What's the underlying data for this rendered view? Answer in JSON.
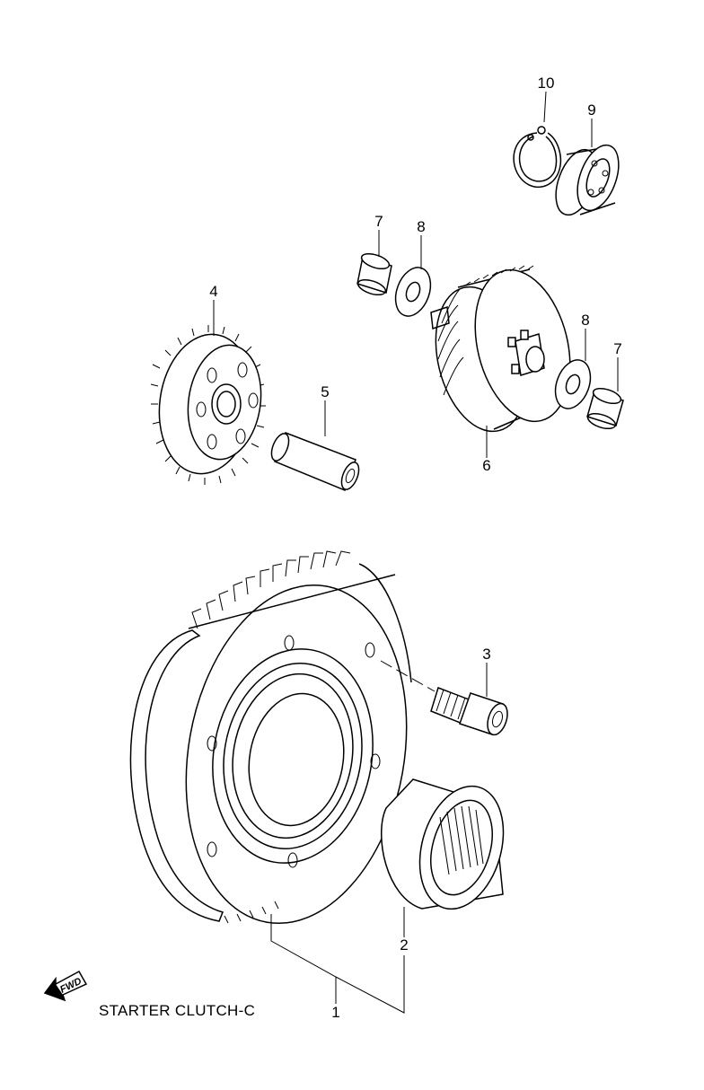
{
  "diagram": {
    "caption": "STARTER CLUTCH-C",
    "fwd_label": "FWD",
    "parts": [
      {
        "id": "part-1",
        "label": "1"
      },
      {
        "id": "part-2",
        "label": "2"
      },
      {
        "id": "part-3",
        "label": "3"
      },
      {
        "id": "part-4",
        "label": "4"
      },
      {
        "id": "part-5",
        "label": "5"
      },
      {
        "id": "part-6",
        "label": "6"
      },
      {
        "id": "part-7a",
        "label": "7"
      },
      {
        "id": "part-7b",
        "label": "7"
      },
      {
        "id": "part-8a",
        "label": "8"
      },
      {
        "id": "part-8b",
        "label": "8"
      },
      {
        "id": "part-9",
        "label": "9"
      },
      {
        "id": "part-10",
        "label": "10"
      }
    ]
  }
}
